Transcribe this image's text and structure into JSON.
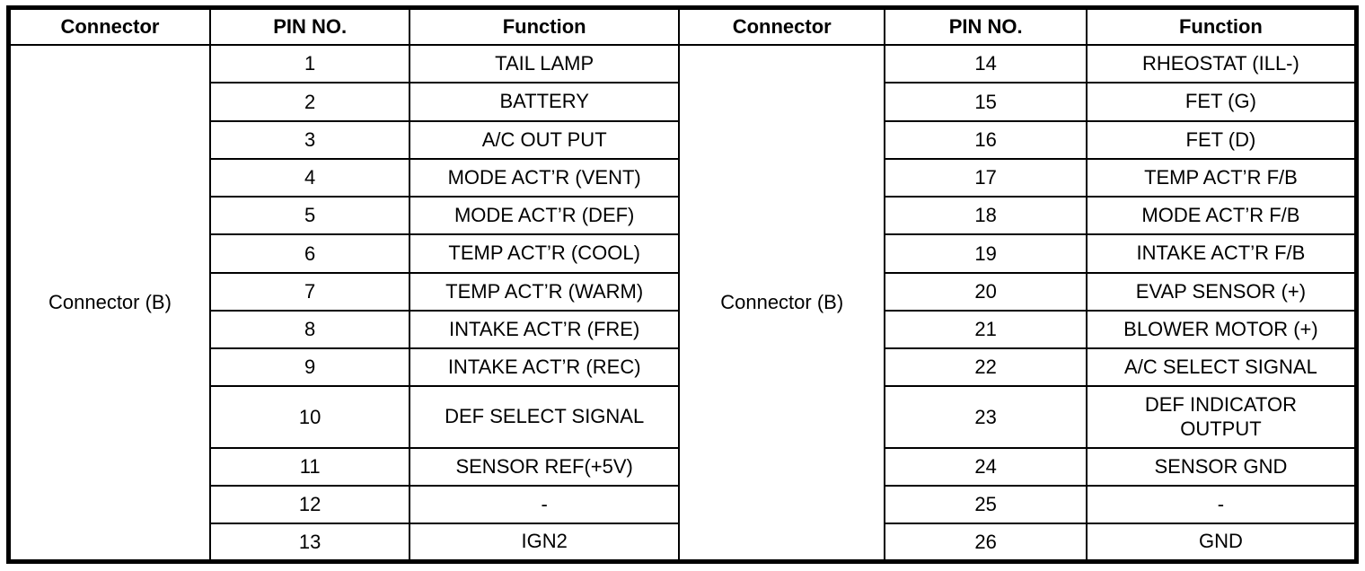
{
  "page": {
    "background_color": "#ffffff",
    "border_color": "#000000",
    "text_color": "#000000"
  },
  "table": {
    "header": {
      "col0": "Connector",
      "col1": "PIN NO.",
      "col2": "Function",
      "col3": "Connector",
      "col4": "PIN NO.",
      "col5": "Function"
    },
    "left": {
      "connector": "Connector (B)",
      "rows": [
        {
          "pin": "1",
          "function": "TAIL LAMP"
        },
        {
          "pin": "2",
          "function": "BATTERY"
        },
        {
          "pin": "3",
          "function": "A/C OUT PUT"
        },
        {
          "pin": "4",
          "function": "MODE ACT’R (VENT)"
        },
        {
          "pin": "5",
          "function": "MODE ACT’R (DEF)"
        },
        {
          "pin": "6",
          "function": "TEMP ACT’R (COOL)"
        },
        {
          "pin": "7",
          "function": "TEMP ACT’R (WARM)"
        },
        {
          "pin": "8",
          "function": "INTAKE ACT’R (FRE)"
        },
        {
          "pin": "9",
          "function": "INTAKE ACT’R (REC)"
        },
        {
          "pin": "10",
          "function": "DEF SELECT SIGNAL"
        },
        {
          "pin": "11",
          "function": "SENSOR REF(+5V)"
        },
        {
          "pin": "12",
          "function": "-"
        },
        {
          "pin": "13",
          "function": "IGN2"
        }
      ]
    },
    "right": {
      "connector": "Connector (B)",
      "rows": [
        {
          "pin": "14",
          "function": "RHEOSTAT (ILL-)"
        },
        {
          "pin": "15",
          "function": "FET (G)"
        },
        {
          "pin": "16",
          "function": "FET (D)"
        },
        {
          "pin": "17",
          "function": "TEMP ACT’R F/B"
        },
        {
          "pin": "18",
          "function": "MODE ACT’R F/B"
        },
        {
          "pin": "19",
          "function": "INTAKE ACT’R F/B"
        },
        {
          "pin": "20",
          "function": "EVAP SENSOR (+)"
        },
        {
          "pin": "21",
          "function": "BLOWER MOTOR (+)"
        },
        {
          "pin": "22",
          "function": "A/C SELECT SIGNAL"
        },
        {
          "pin": "23",
          "function": "DEF INDICATOR\nOUTPUT"
        },
        {
          "pin": "24",
          "function": "SENSOR GND"
        },
        {
          "pin": "25",
          "function": "-"
        },
        {
          "pin": "26",
          "function": "GND"
        }
      ]
    }
  }
}
